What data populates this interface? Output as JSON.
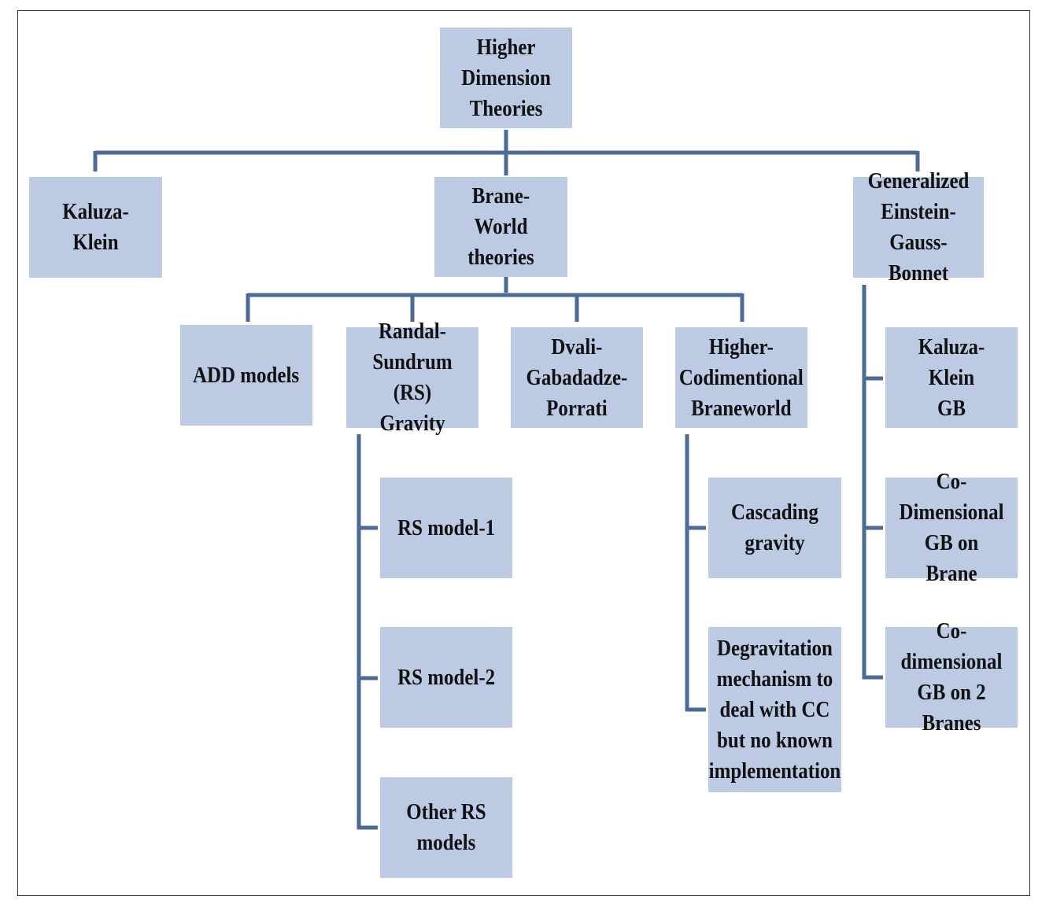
{
  "colors": {
    "box_fill": "#bccbe3",
    "connector": "#4a6a9a",
    "frame": "#333333"
  },
  "nodes": {
    "root": "Higher\nDimension\nTheories",
    "kaluza_klein": "Kaluza-Klein",
    "brane_world": "Brane-World\ntheories",
    "gegb": "Generalized\nEinstein-Gauss-\nBonnet",
    "add": "ADD models",
    "rs_gravity": "Randal-\nSundrum (RS)\nGravity",
    "dgp": "Dvali-\nGabadadze-\nPorrati",
    "higher_codim": "Higher-\nCodimentional\nBraneworld",
    "rs1": "RS model-1",
    "rs2": "RS model-2",
    "rs_other": "Other RS\nmodels",
    "cascading": "Cascading\ngravity",
    "degravitation": "Degravitation\nmechanism  to\ndeal with CC\nbut no known\nimplementation",
    "kk_gb": "Kaluza-Klein\nGB",
    "codim_gb_brane": "Co-\nDimensional\nGB on Brane",
    "codim_gb_2branes": "Co-dimensional\nGB on 2 Branes"
  }
}
